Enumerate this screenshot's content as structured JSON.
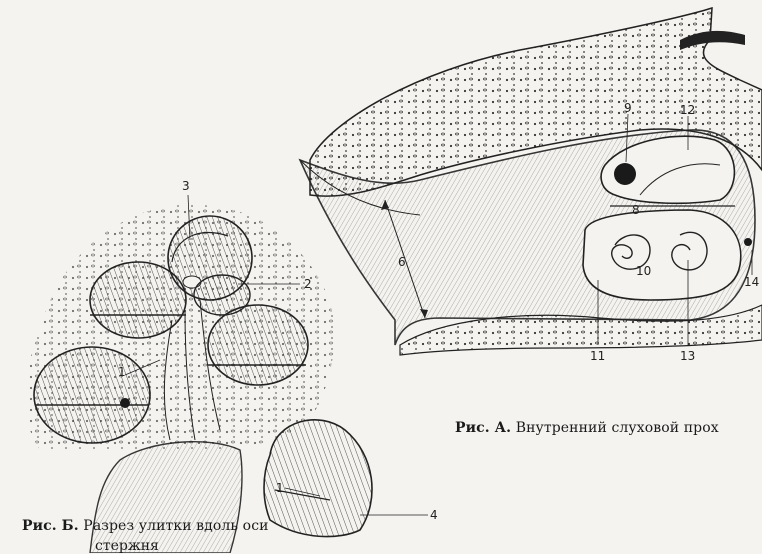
{
  "figure_a": {
    "caption_prefix": "Рис. А.",
    "caption_text": "Внутренний слуховой прох",
    "labels": {
      "l6": "6",
      "l8": "8",
      "l9": "9",
      "l10": "10",
      "l11": "11",
      "l12": "12",
      "l13": "13",
      "l14": "14"
    }
  },
  "figure_b": {
    "caption_prefix": "Рис. Б.",
    "caption_text": "Разрез улитки вдоль оси",
    "caption_line2": "стержня",
    "labels": {
      "l1a": "1",
      "l1b": "1",
      "l2": "2",
      "l3": "3",
      "l4": "4"
    }
  },
  "colors": {
    "ink": "#1f1f1f",
    "paper": "#f4f3ef"
  }
}
